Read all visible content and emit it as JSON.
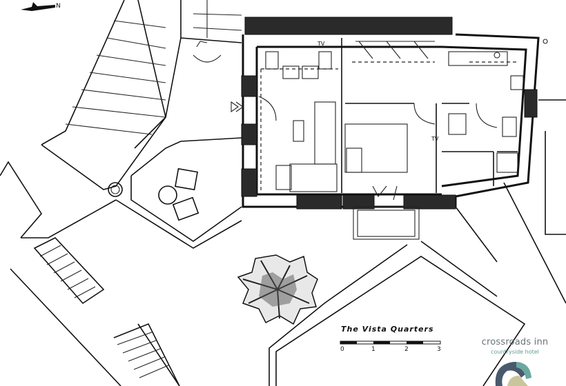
{
  "plan": {
    "title": "The Vista Quarters",
    "north_label": "N",
    "tv_labels": [
      "TV",
      "TV"
    ],
    "scale": {
      "ticks": [
        "0",
        "1",
        "2",
        "3"
      ],
      "unit_count": 3
    }
  },
  "brand": {
    "name": "crossroads inn",
    "tagline": "countryside hotel",
    "colors": {
      "slate": "#4a5a6e",
      "teal": "#6aa8a0",
      "sand": "#c9c59c"
    }
  }
}
